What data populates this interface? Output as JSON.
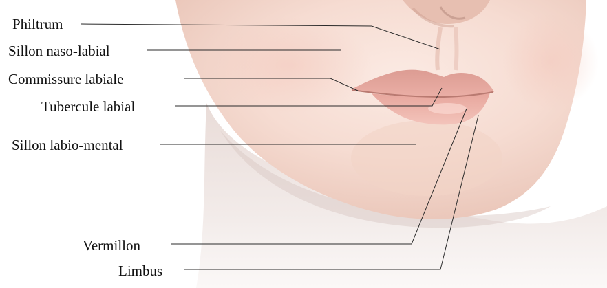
{
  "labels": {
    "philtrum": "Philtrum",
    "naso_labial": "Sillon naso-labial",
    "commissure": "Commissure labiale",
    "tubercule": "Tubercule labial",
    "labio_mental": "Sillon labio-mental",
    "vermillon": "Vermillon",
    "limbus": "Limbus"
  },
  "colors": {
    "skin_light": "#f8e6df",
    "skin_mid": "#efcfc3",
    "skin_shadow": "#d9b4a6",
    "lip": "#e9a9a0",
    "lip_dark": "#d28f86",
    "leader_line": "#2b2b2b",
    "text": "#111111"
  }
}
